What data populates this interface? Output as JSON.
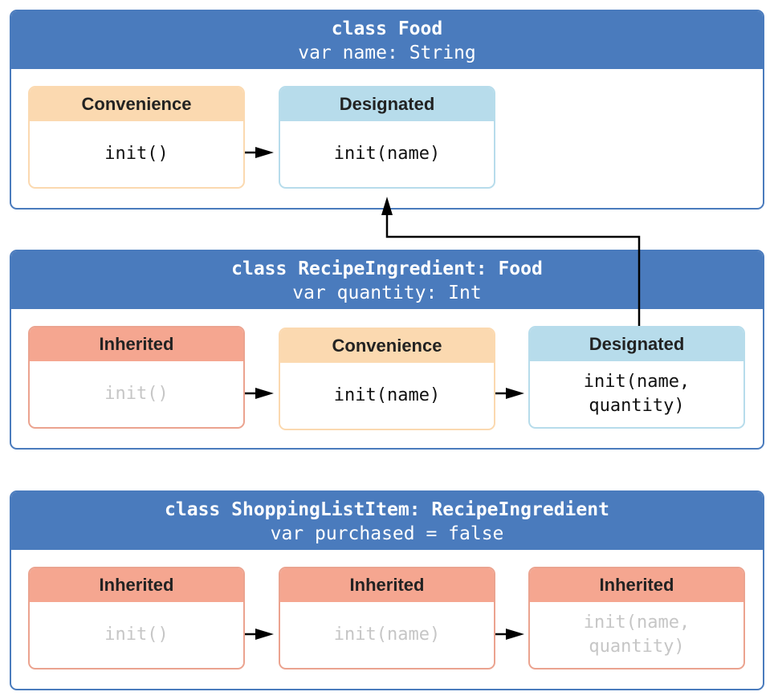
{
  "colors": {
    "class_header": "#4a7bbd",
    "convenience": "#fbd9b0",
    "designated": "#b7dceb",
    "inherited": "#f5a690",
    "inherited_text": "#c6c6c6",
    "arrow": "#000000"
  },
  "classes": [
    {
      "title": "class Food",
      "property": "var name: String",
      "initializers": [
        {
          "kind": "Convenience",
          "signature": "init()"
        },
        {
          "kind": "Designated",
          "signature": "init(name)"
        }
      ]
    },
    {
      "title": "class RecipeIngredient: Food",
      "property": "var quantity: Int",
      "initializers": [
        {
          "kind": "Inherited",
          "signature": "init()"
        },
        {
          "kind": "Convenience",
          "signature": "init(name)"
        },
        {
          "kind": "Designated",
          "signature": "init(name,\nquantity)"
        }
      ]
    },
    {
      "title": "class ShoppingListItem: RecipeIngredient",
      "property": "var purchased = false",
      "initializers": [
        {
          "kind": "Inherited",
          "signature": "init()"
        },
        {
          "kind": "Inherited",
          "signature": "init(name)"
        },
        {
          "kind": "Inherited",
          "signature": "init(name,\nquantity)"
        }
      ]
    }
  ]
}
